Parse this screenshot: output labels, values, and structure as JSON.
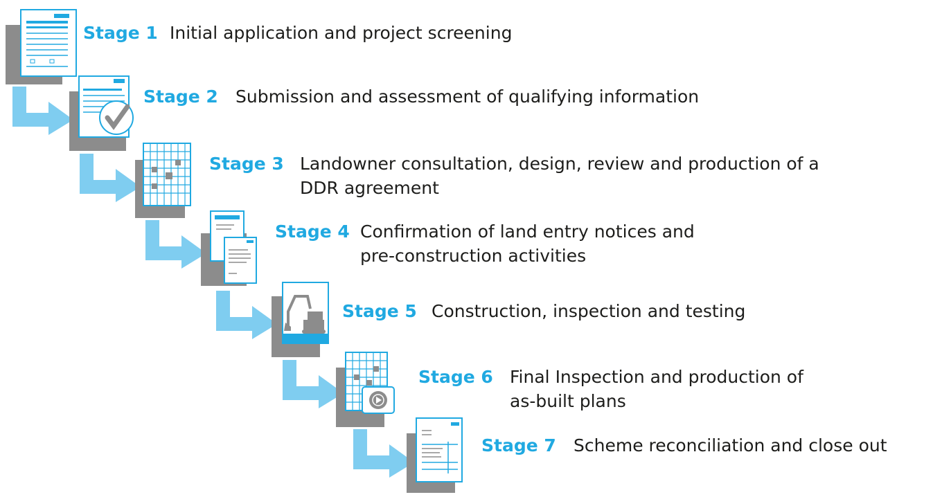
{
  "colors": {
    "accent": "#20a9e1",
    "arrow": "#7fcdf0",
    "shadow": "#8c8c8c",
    "text": "#1d1d1b",
    "doc_line": "#20a9e1"
  },
  "stages": [
    {
      "label": "Stage 1",
      "description": "Initial application and project screening",
      "icon": "application-form-icon"
    },
    {
      "label": "Stage 2",
      "description": "Submission and assessment of qualifying information",
      "icon": "approved-document-icon"
    },
    {
      "label": "Stage 3",
      "description_lines": [
        "Landowner consultation, design, review and production of a",
        "DDR agreement"
      ],
      "icon": "grid-plan-icon"
    },
    {
      "label": "Stage 4",
      "description_lines": [
        "Confirmation of land entry notices and",
        "pre-construction activities"
      ],
      "icon": "notices-documents-icon"
    },
    {
      "label": "Stage 5",
      "description": "Construction, inspection and testing",
      "icon": "excavator-icon"
    },
    {
      "label": "Stage 6",
      "description_lines": [
        "Final Inspection and production of",
        "as-built plans"
      ],
      "icon": "plans-video-icon"
    },
    {
      "label": "Stage 7",
      "description": "Scheme reconciliation and close out",
      "icon": "invoice-document-icon"
    }
  ]
}
